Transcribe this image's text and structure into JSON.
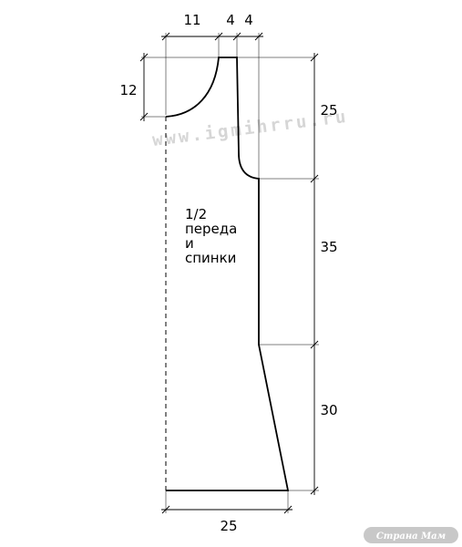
{
  "dimensions": {
    "neck_width": "11",
    "shoulder_width": "4",
    "armhole_width": "4",
    "neck_depth": "12",
    "armhole_depth": "25",
    "waist_length": "35",
    "hip_length": "30",
    "hem_width": "25"
  },
  "piece_label": {
    "line1": "1/2",
    "line2": "переда",
    "line3": "и",
    "line4": "спинки"
  },
  "watermark": "www.igmihrru.ru",
  "logo": "Страна Мам",
  "colors": {
    "ink": "#000000",
    "watermark": "#d6d6d6",
    "background": "#ffffff"
  }
}
